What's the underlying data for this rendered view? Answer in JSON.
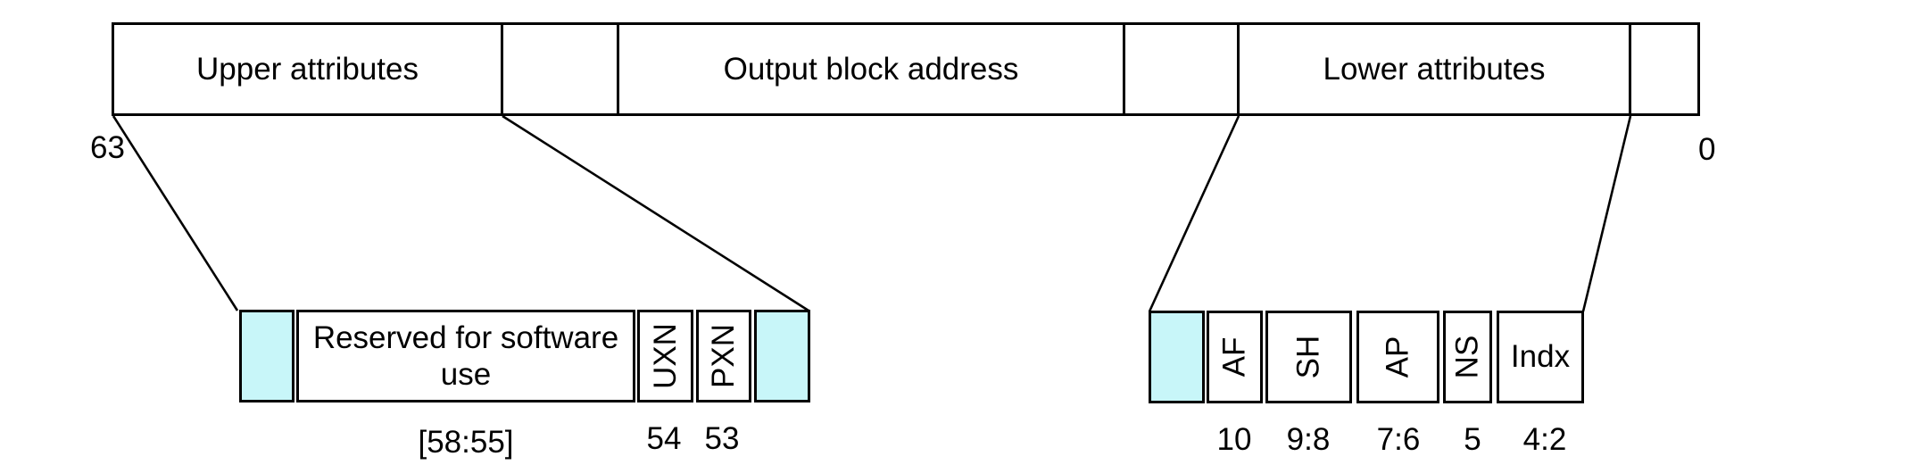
{
  "colors": {
    "attribute_fill": "#c8f6f9",
    "ignored_fill": "#bfbfbf",
    "line": "#000000"
  },
  "top_bar": {
    "left_bit": "63",
    "right_bit": "0",
    "segments": [
      {
        "name": "upper-attributes",
        "label": "Upper attributes"
      },
      {
        "name": "ignored-upper",
        "label": ""
      },
      {
        "name": "output-block-address",
        "label": "Output block address"
      },
      {
        "name": "ignored-lower",
        "label": ""
      },
      {
        "name": "lower-attributes",
        "label": "Lower attributes"
      },
      {
        "name": "low-bits",
        "label": ""
      }
    ]
  },
  "upper_detail": {
    "fields": [
      {
        "label": "",
        "bits": ""
      },
      {
        "label": "Reserved for software use",
        "bits": "[58:55]"
      },
      {
        "label": "UXN",
        "bits": "54"
      },
      {
        "label": "PXN",
        "bits": "53"
      },
      {
        "label": "",
        "bits": ""
      }
    ]
  },
  "lower_detail": {
    "fields": [
      {
        "label": "",
        "bits": ""
      },
      {
        "label": "AF",
        "bits": "10"
      },
      {
        "label": "SH",
        "bits": "9:8"
      },
      {
        "label": "AP",
        "bits": "7:6"
      },
      {
        "label": "NS",
        "bits": "5"
      },
      {
        "label": "Indx",
        "bits": "4:2"
      }
    ]
  }
}
